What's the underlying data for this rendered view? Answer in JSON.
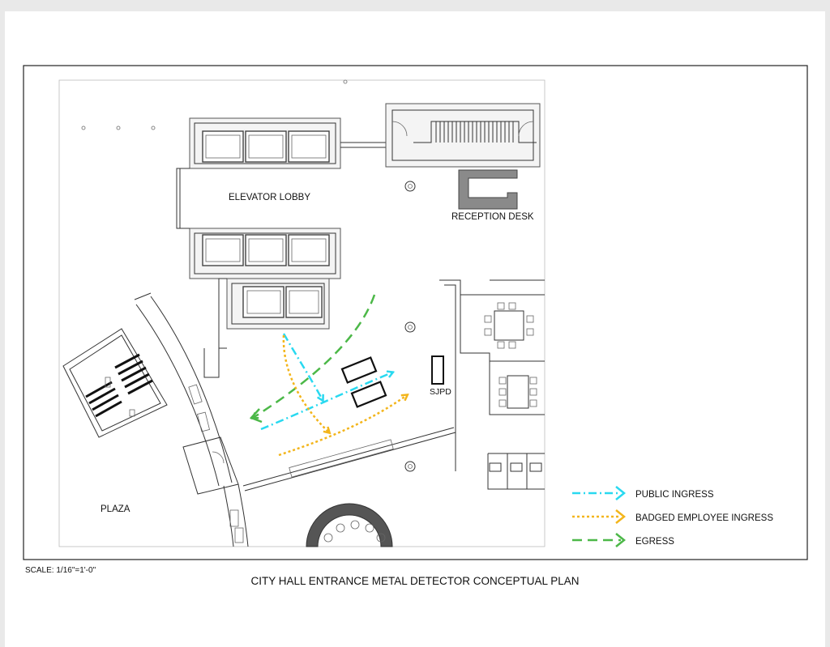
{
  "labels": {
    "elevator_lobby": "ELEVATOR LOBBY",
    "reception_desk": "RECEPTION DESK",
    "sjpd": "SJPD",
    "plaza": "PLAZA",
    "scale": "SCALE: 1/16\"=1'-0\"",
    "title": "CITY HALL ENTRANCE METAL DETECTOR CONCEPTUAL PLAN"
  },
  "legend": [
    {
      "label": "PUBLIC INGRESS",
      "color": "#29d9f0",
      "style": "dash-dot"
    },
    {
      "label": "BADGED EMPLOYEE INGRESS",
      "color": "#f3b51b",
      "style": "dotted"
    },
    {
      "label": "EGRESS",
      "color": "#4cb848",
      "style": "dashed"
    }
  ]
}
